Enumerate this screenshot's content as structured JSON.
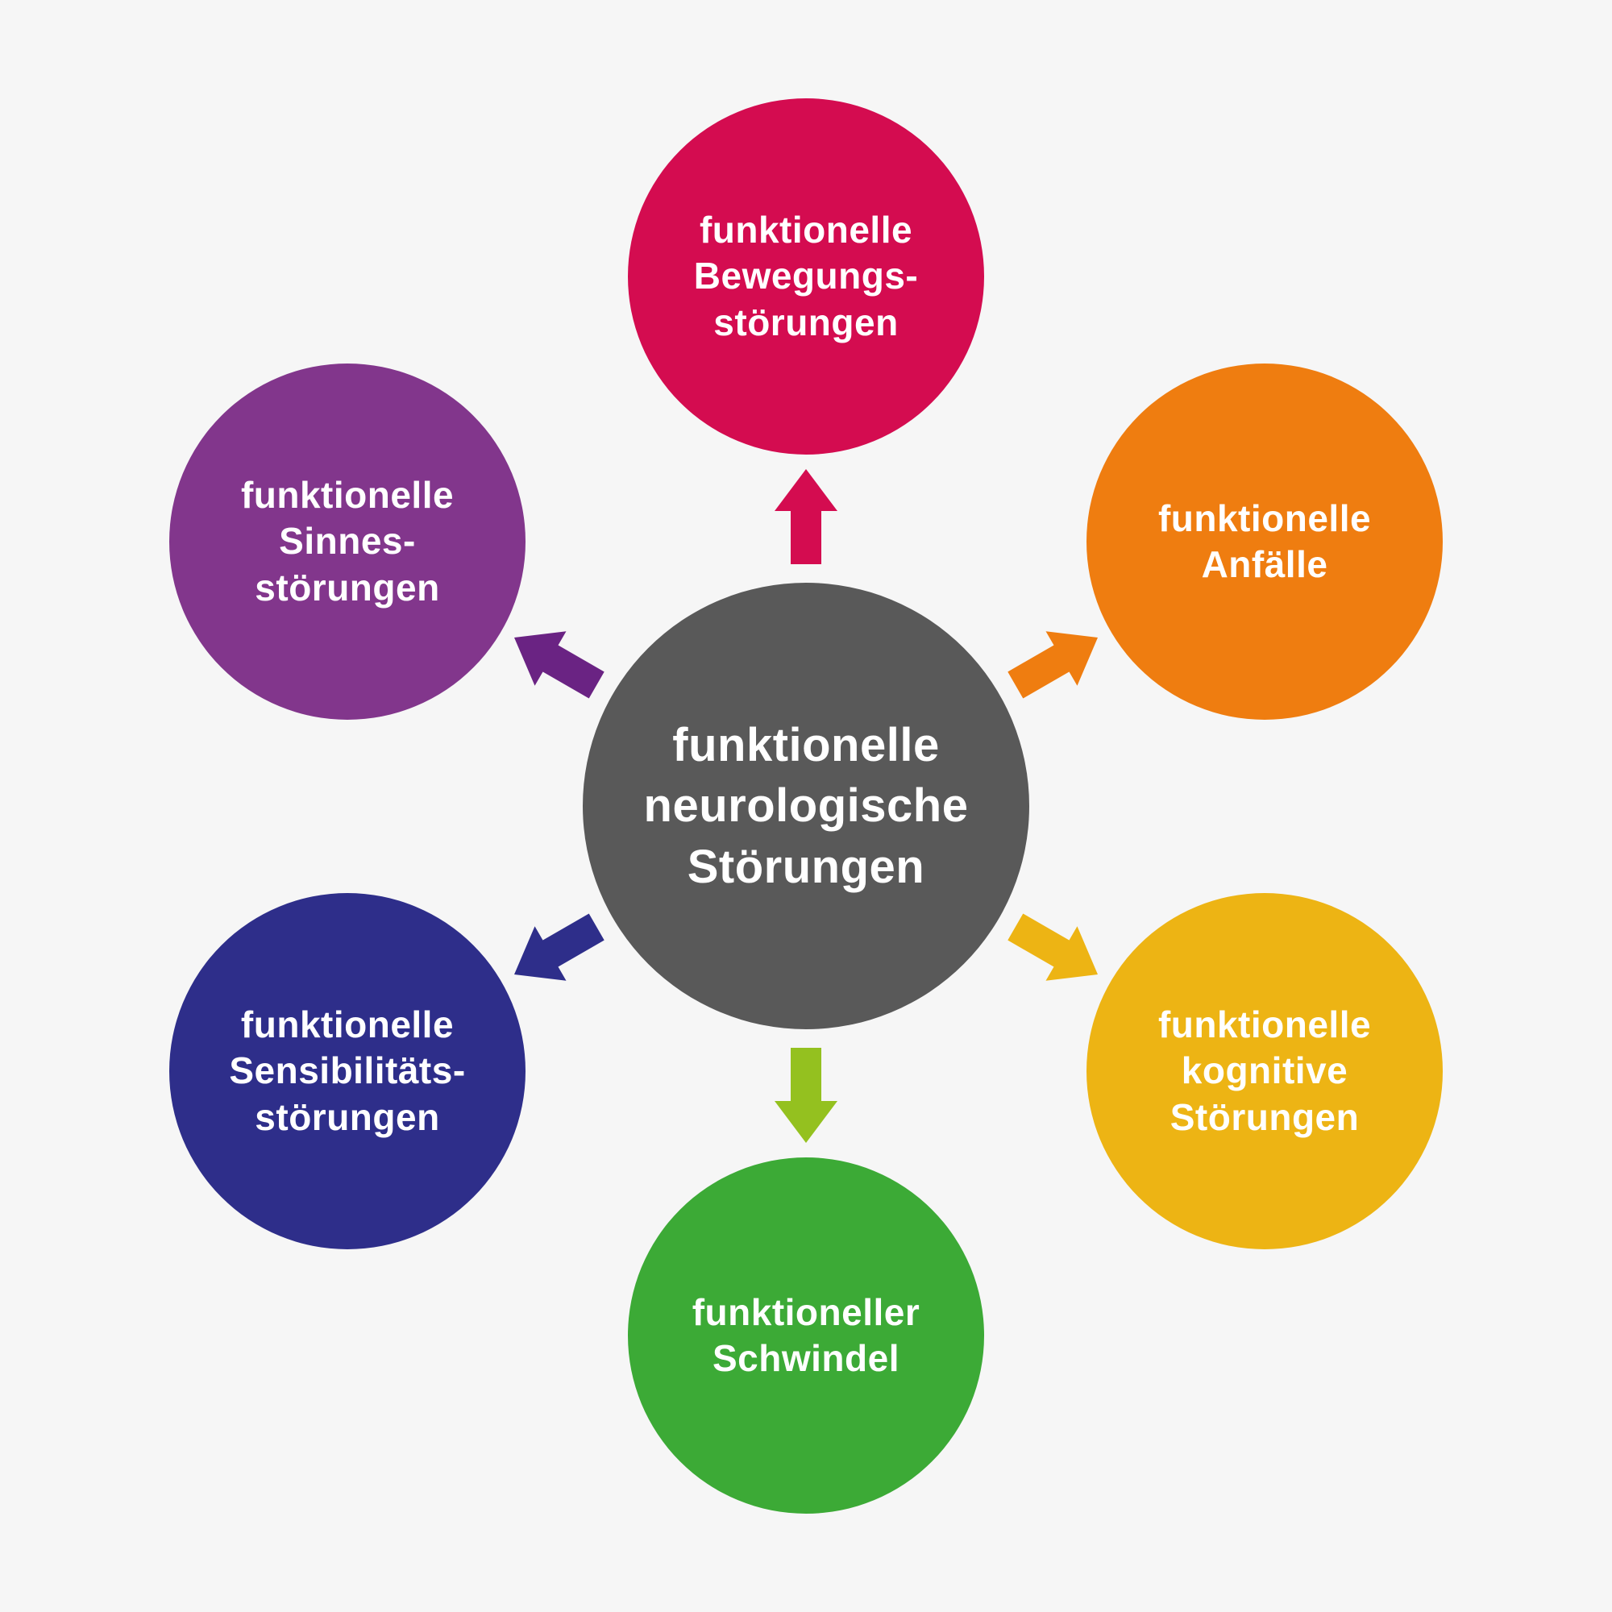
{
  "diagram": {
    "center": {
      "label": "funktionelle\nneurologische\nStörungen",
      "color": "#595959"
    },
    "nodes": [
      {
        "id": "top",
        "label": "funktionelle\nBewegungs-\nstörungen",
        "color": "#d40c50",
        "arrow_color": "#d40c50"
      },
      {
        "id": "top-right",
        "label": "funktionelle\nAnfälle",
        "color": "#ef7d10",
        "arrow_color": "#ef7d10"
      },
      {
        "id": "bottom-right",
        "label": "funktionelle\nkognitive\nStörungen",
        "color": "#edb414",
        "arrow_color": "#edb414"
      },
      {
        "id": "bottom",
        "label": "funktioneller\nSchwindel",
        "color": "#3caa36",
        "arrow_color": "#94c11f"
      },
      {
        "id": "bottom-left",
        "label": "funktionelle\nSensibilitäts-\nstörungen",
        "color": "#2e2e8a",
        "arrow_color": "#2e2e8a"
      },
      {
        "id": "top-left",
        "label": "funktionelle\nSinnes-\nstörungen",
        "color": "#82368c",
        "arrow_color": "#6a2383"
      }
    ]
  }
}
